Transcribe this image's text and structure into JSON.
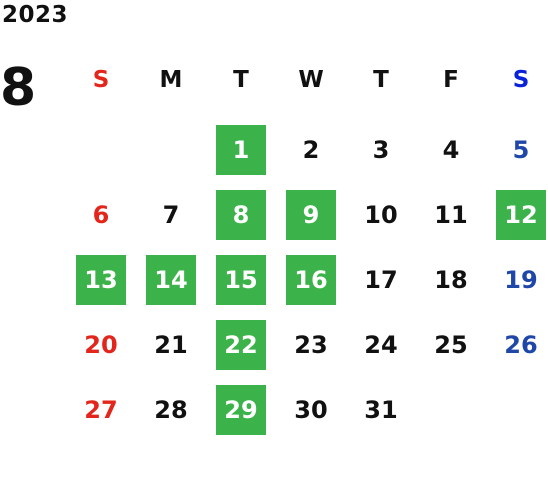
{
  "calendar": {
    "year": "2023",
    "month": "8",
    "weekdays": [
      "S",
      "M",
      "T",
      "W",
      "T",
      "F",
      "S"
    ],
    "first_weekday": 2,
    "days_in_month": 31,
    "highlighted_days": [
      1,
      8,
      9,
      12,
      13,
      14,
      15,
      16,
      22,
      29
    ],
    "colors": {
      "highlight_bg": "#3cb34a",
      "sunday": "#e3261b",
      "saturday": "#1f47a8",
      "saturday_header": "#0a22d8",
      "weekday": "#111111",
      "highlight_text": "#ffffff"
    }
  }
}
